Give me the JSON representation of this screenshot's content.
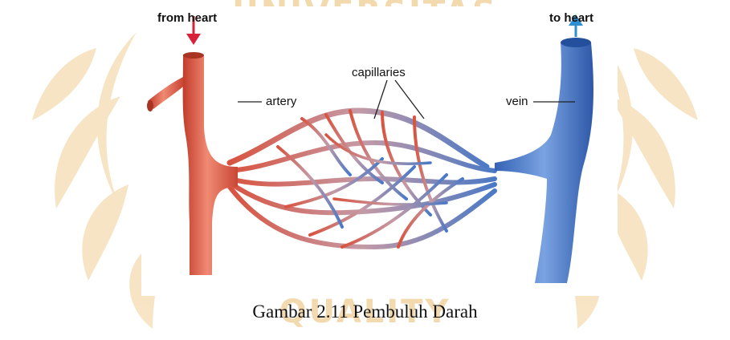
{
  "watermark": {
    "top_text": "UNIVERSITAS",
    "bottom_text": "QUALITY",
    "color": "#f3d9ae",
    "motif": "laurel-wreath"
  },
  "diagram": {
    "labels": {
      "from_heart": "from heart",
      "to_heart": "to heart",
      "capillaries": "capillaries",
      "artery": "artery",
      "vein": "vein"
    },
    "colors": {
      "artery": "#d9533f",
      "vein": "#4a79c6",
      "arrow_in": "#d8223a",
      "arrow_out": "#2f8fd0"
    }
  },
  "caption": "Gambar 2.11 Pembuluh Darah"
}
